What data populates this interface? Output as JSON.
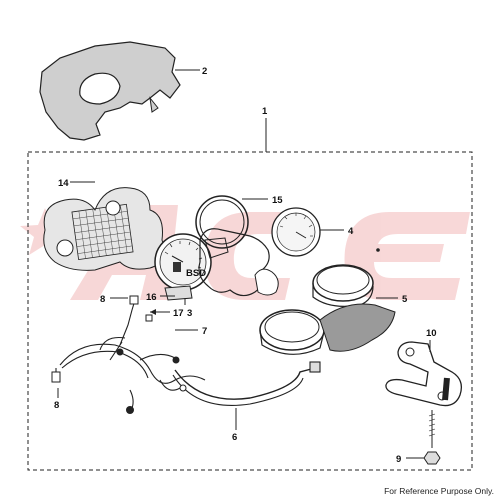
{
  "footer_note": "For Reference Purpose Only.",
  "watermark_text": "ACE",
  "watermark_color": "#f2b8b8",
  "line_color": "#222222",
  "fill_gray": "#cfcfcf",
  "callouts": {
    "c1": "1",
    "c2": "2",
    "c3": "3",
    "c4": "4",
    "c5": "5",
    "c6": "6",
    "c7": "7",
    "c8a": "8",
    "c8b": "8",
    "c9": "9",
    "c10": "10",
    "c14": "14",
    "c15": "15",
    "c16": "16",
    "c17": "17"
  },
  "gauge_label": "BSD"
}
